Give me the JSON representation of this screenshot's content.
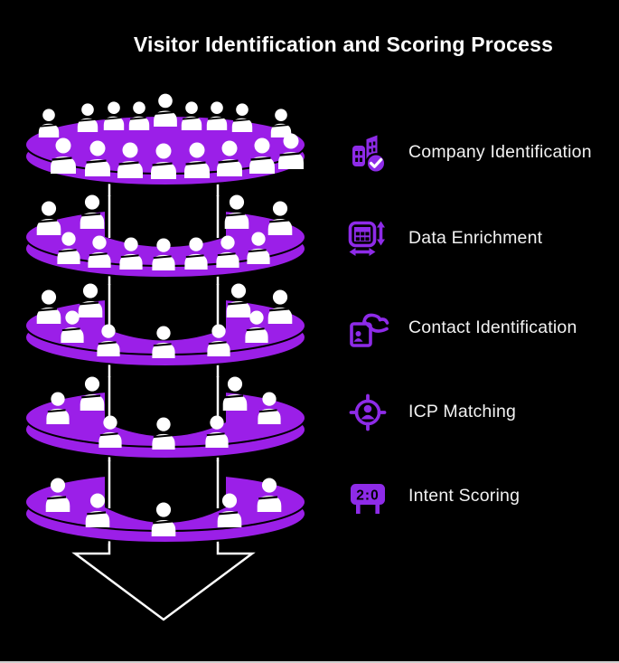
{
  "title": "Visitor Identification and Scoring Process",
  "colors": {
    "background": "#000000",
    "disc_purple": "#9B1FE8",
    "icon_purple": "#8E2BE8",
    "connector_white": "#FFFFFF",
    "label_text": "#F2F2F2",
    "bottom_strip": "#CFCFCF"
  },
  "legend": {
    "scoreboard_text": "2:0",
    "items": [
      {
        "icon": "company-identification-icon",
        "label": "Company Identification"
      },
      {
        "icon": "data-enrichment-icon",
        "label": "Data Enrichment"
      },
      {
        "icon": "contact-identification-icon",
        "label": "Contact Identification"
      },
      {
        "icon": "icp-matching-icon",
        "label": "ICP Matching"
      },
      {
        "icon": "intent-scoring-icon",
        "label": "Intent Scoring"
      }
    ]
  },
  "funnel": {
    "arrow_direction": "down",
    "stages": [
      {
        "people_count": 17
      },
      {
        "people_count": 11
      },
      {
        "people_count": 9
      },
      {
        "people_count": 7
      },
      {
        "people_count": 5
      }
    ]
  }
}
